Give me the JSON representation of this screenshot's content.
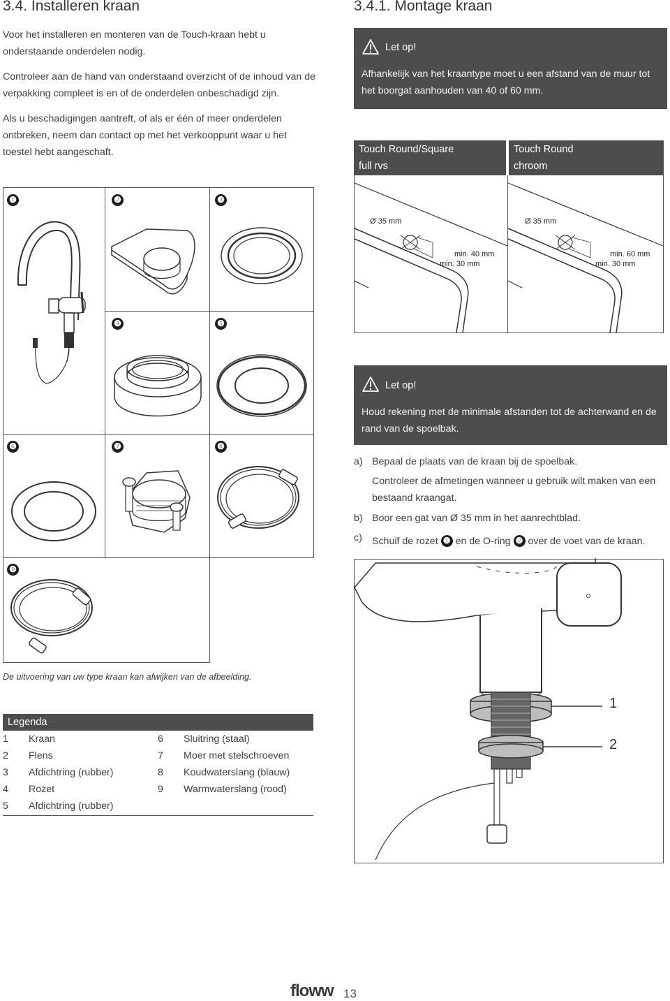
{
  "left": {
    "heading": "3.4. Installeren kraan",
    "intro": [
      "Voor het installeren en monteren van de Touch-kraan hebt u onderstaande onderdelen nodig.",
      "Controleer aan de hand van onderstaand overzicht of de inhoud van de verpakking compleet is en of de onderdelen onbeschadigd zijn.",
      "Als u beschadigingen aantreft, of als er één of meer onderdelen ontbreken, neem dan contact op met het verkooppunt waar u het toestel hebt aangeschaft."
    ],
    "part_numbers": [
      "❶",
      "❷",
      "❸",
      "❹",
      "❺",
      "❻",
      "❼",
      "❽",
      "❾"
    ],
    "caption": "De uitvoering van uw type kraan kan afwijken van de afbeelding.",
    "legend": {
      "title": "Legenda",
      "items": [
        {
          "n": "1",
          "label": "Kraan"
        },
        {
          "n": "2",
          "label": "Flens"
        },
        {
          "n": "3",
          "label": "Afdichtring (rubber)"
        },
        {
          "n": "4",
          "label": "Rozet"
        },
        {
          "n": "5",
          "label": "Afdichtring (rubber)"
        },
        {
          "n": "6",
          "label": "Sluitring (staal)"
        },
        {
          "n": "7",
          "label": "Moer met stelschroeven"
        },
        {
          "n": "8",
          "label": "Koudwaterslang (blauw)"
        },
        {
          "n": "9",
          "label": "Warmwaterslang (rood)"
        }
      ]
    }
  },
  "right": {
    "heading": "3.4.1. Montage kraan",
    "notice1": {
      "title": "Let op!",
      "body": "Afhankelijk van het kraantype moet u een afstand van de muur tot het boorgat aanhouden van 40 of 60 mm."
    },
    "table": {
      "col1": {
        "line1": "Touch Round/Square",
        "line2": "full rvs",
        "diameter": "Ø 35 mm",
        "min1": "min. 40 mm",
        "min2": "min. 30 mm"
      },
      "col2": {
        "line1": "Touch Round",
        "line2": "chroom",
        "diameter": "Ø 35 mm",
        "min1": "min. 60 mm",
        "min2": "min. 30 mm"
      }
    },
    "notice2": {
      "title": "Let op!",
      "body": "Houd rekening met de minimale afstanden tot de achterwand en de rand van de spoelbak."
    },
    "steps": {
      "a_label": "a)",
      "a_text": "Bepaal de plaats van de kraan bij de spoelbak.",
      "a_text2": "Controleer de afmetingen wanneer u gebruik wilt maken van een bestaand kraangat.",
      "b_label": "b)",
      "b_text": "Boor een gat van Ø 35 mm in het aanrechtblad.",
      "c_label": "c)",
      "c_pre": "Schuif de rozet",
      "c_badge1": "❶",
      "c_mid": "en de O-ring",
      "c_badge2": "❷",
      "c_post": "over de voet van de kraan."
    },
    "callouts": [
      "1",
      "2"
    ]
  },
  "footer": {
    "logo": "floww",
    "page_number": "13"
  }
}
